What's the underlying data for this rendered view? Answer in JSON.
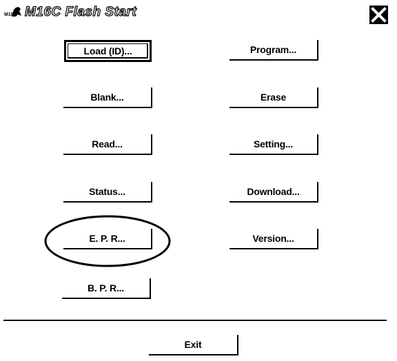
{
  "window": {
    "title": "M16C Flash Start",
    "icon": "flash-start-icon",
    "close_icon": "close-icon"
  },
  "buttons": {
    "load": "Load (ID)...",
    "program": "Program...",
    "blank": "Blank...",
    "erase": "Erase",
    "read": "Read...",
    "setting": "Setting...",
    "status": "Status...",
    "download": "Download...",
    "epr": "E. P. R...",
    "version": "Version...",
    "bpr": "B. P. R...",
    "exit": "Exit"
  },
  "annotation": {
    "highlight_target": "E. P. R...",
    "shape": "ellipse"
  }
}
